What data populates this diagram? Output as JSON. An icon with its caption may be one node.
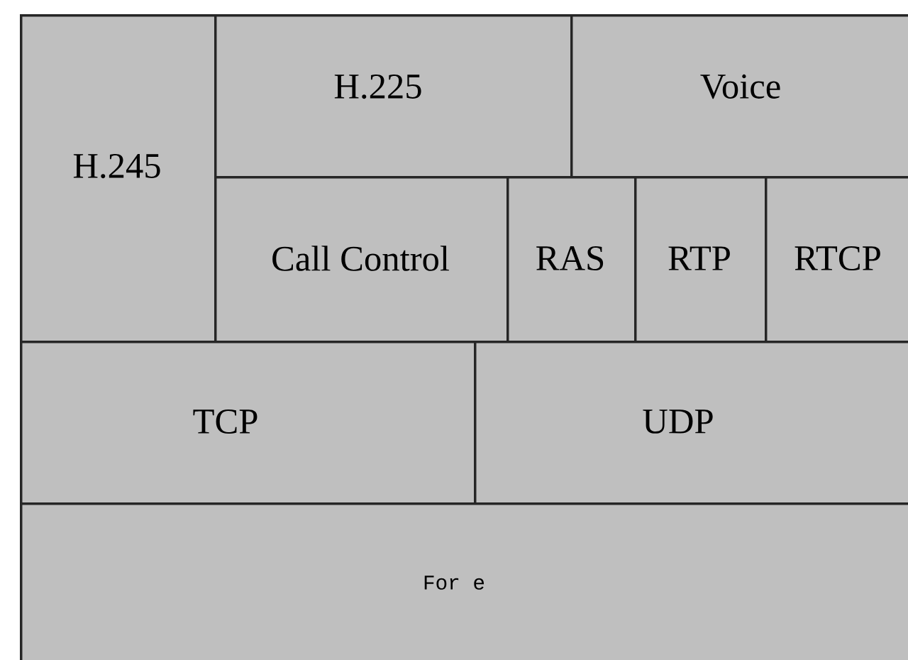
{
  "diagram": {
    "nodes": [
      {
        "text": [
          "H.245"
        ]
      },
      {
        "text": [
          "H.225"
        ]
      },
      {
        "text": [
          "Voice"
        ]
      },
      {
        "text": [
          "Call Control"
        ]
      },
      {
        "text": [
          "RAS"
        ]
      },
      {
        "text": [
          "RTP"
        ]
      },
      {
        "text": [
          "RTCP"
        ]
      },
      {
        "text": [
          "TCP"
        ]
      },
      {
        "text": [
          "UDP"
        ]
      },
      {
        "text": [
          "For e"
        ]
      }
    ]
  }
}
